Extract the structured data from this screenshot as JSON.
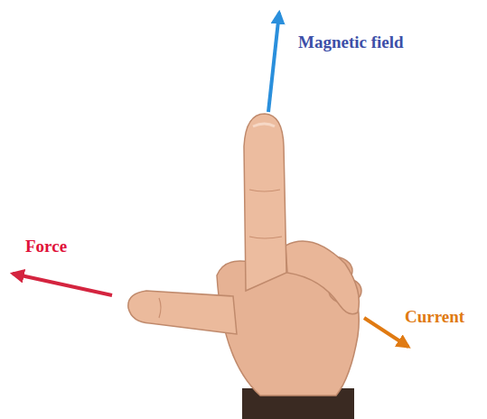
{
  "diagram": {
    "labels": [
      "Magnetic field",
      "Force",
      "Current"
    ]
  }
}
